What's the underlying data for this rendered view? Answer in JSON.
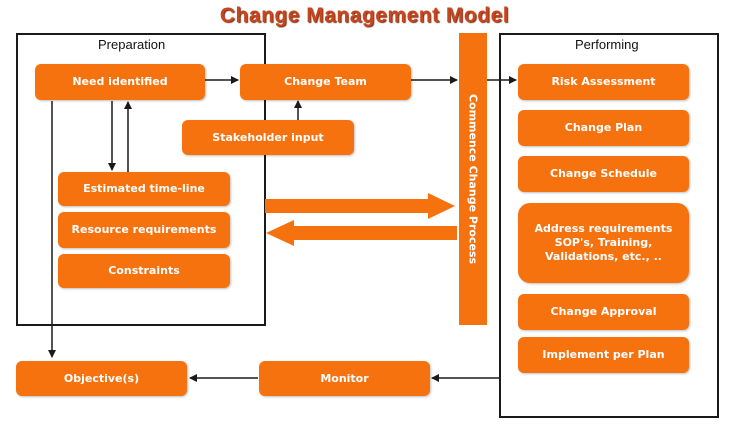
{
  "title": "Change Management Model",
  "panels": {
    "preparation": "Preparation",
    "performing": "Performing"
  },
  "boxes": {
    "need_identified": "Need identified",
    "change_team": "Change Team",
    "stakeholder_input": "Stakeholder input",
    "estimated_timeline": "Estimated time-line",
    "resource_requirements": "Resource requirements",
    "constraints": "Constraints",
    "risk_assessment": "Risk Assessment",
    "change_plan": "Change Plan",
    "change_schedule": "Change Schedule",
    "address_requirements": "Address requirements\nSOP's, Training,\nValidations, etc., ..",
    "change_approval": "Change Approval",
    "implement_per_plan": "Implement per Plan",
    "monitor": "Monitor",
    "objectives": "Objective(s)",
    "commence_change_process": "Commence Change Process"
  },
  "colors": {
    "box_fill": "#f5720f",
    "title": "#c8461d",
    "panel_border": "#1a1a1a",
    "arrow": "#1a1a1a"
  }
}
